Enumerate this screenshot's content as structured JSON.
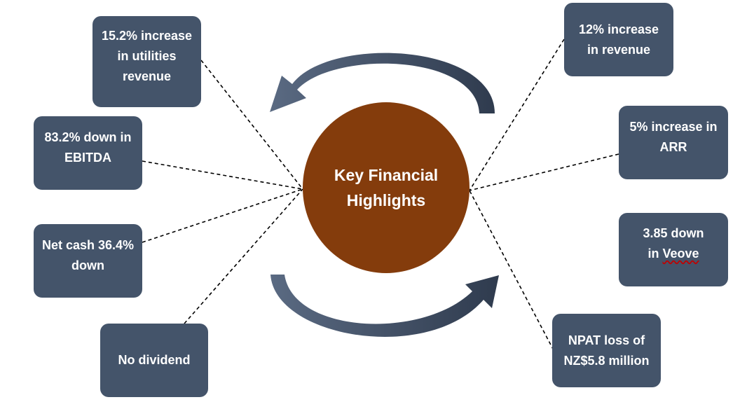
{
  "center": {
    "text": "Key Financial Highlights"
  },
  "left_boxes": {
    "utilities": "15.2% increase in utilities revenue",
    "ebitda": "83.2% down in EBITDA",
    "net_cash": "Net cash 36.4% down",
    "dividend": "No dividend"
  },
  "right_boxes": {
    "revenue": "12% increase in revenue",
    "arr": "5% increase in ARR",
    "veove_prefix": "3.85 down in ",
    "veove_word": "Veove",
    "npat": "NPAT loss of NZ$5.8 million"
  },
  "colors": {
    "box": "#44546a",
    "center": "#843c0c",
    "arrow": "#44546a",
    "text": "#ffffff",
    "connector": "#000000"
  }
}
